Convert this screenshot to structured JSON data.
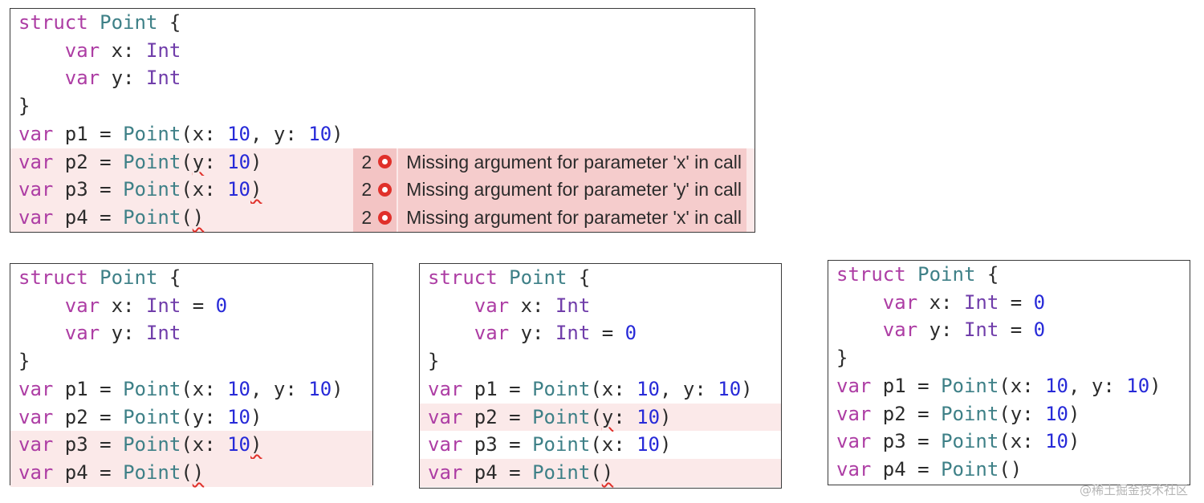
{
  "panels": [
    {
      "lines": [
        {
          "tokens": [
            {
              "t": "struct",
              "c": "kw"
            },
            {
              "t": " "
            },
            {
              "t": "Point",
              "c": "ty"
            },
            {
              "t": " {"
            }
          ]
        },
        {
          "tokens": [
            {
              "t": "    "
            },
            {
              "t": "var",
              "c": "kw"
            },
            {
              "t": " x: "
            },
            {
              "t": "Int",
              "c": "tyb"
            }
          ]
        },
        {
          "tokens": [
            {
              "t": "    "
            },
            {
              "t": "var",
              "c": "kw"
            },
            {
              "t": " y: "
            },
            {
              "t": "Int",
              "c": "tyb"
            }
          ]
        },
        {
          "tokens": [
            {
              "t": "}"
            }
          ]
        },
        {
          "tokens": [
            {
              "t": "var",
              "c": "kw"
            },
            {
              "t": " p1 = "
            },
            {
              "t": "Point",
              "c": "ty"
            },
            {
              "t": "(x: "
            },
            {
              "t": "10",
              "c": "num"
            },
            {
              "t": ", y: "
            },
            {
              "t": "10",
              "c": "num"
            },
            {
              "t": ")"
            }
          ]
        },
        {
          "tokens": [
            {
              "t": "var",
              "c": "kw"
            },
            {
              "t": " p2 = "
            },
            {
              "t": "Point",
              "c": "ty"
            },
            {
              "t": "("
            },
            {
              "t": "y",
              "sq": true
            },
            {
              "t": ": "
            },
            {
              "t": "10",
              "c": "num"
            },
            {
              "t": ")"
            }
          ],
          "error": {
            "count": "2",
            "message": "Missing argument for parameter 'x' in call"
          }
        },
        {
          "tokens": [
            {
              "t": "var",
              "c": "kw"
            },
            {
              "t": " p3 = "
            },
            {
              "t": "Point",
              "c": "ty"
            },
            {
              "t": "(x: "
            },
            {
              "t": "10",
              "c": "num"
            },
            {
              "t": ")",
              "sq": true
            }
          ],
          "error": {
            "count": "2",
            "message": "Missing argument for parameter 'y' in call"
          }
        },
        {
          "tokens": [
            {
              "t": "var",
              "c": "kw"
            },
            {
              "t": " p4 = "
            },
            {
              "t": "Point",
              "c": "ty"
            },
            {
              "t": "("
            },
            {
              "t": ")",
              "sq": true
            }
          ],
          "error": {
            "count": "2",
            "message": "Missing argument for parameter 'x' in call"
          }
        }
      ]
    },
    {
      "lines": [
        {
          "tokens": [
            {
              "t": "struct",
              "c": "kw"
            },
            {
              "t": " "
            },
            {
              "t": "Point",
              "c": "ty"
            },
            {
              "t": " {"
            }
          ]
        },
        {
          "tokens": [
            {
              "t": "    "
            },
            {
              "t": "var",
              "c": "kw"
            },
            {
              "t": " x: "
            },
            {
              "t": "Int",
              "c": "tyb"
            },
            {
              "t": " = "
            },
            {
              "t": "0",
              "c": "num"
            }
          ]
        },
        {
          "tokens": [
            {
              "t": "    "
            },
            {
              "t": "var",
              "c": "kw"
            },
            {
              "t": " y: "
            },
            {
              "t": "Int",
              "c": "tyb"
            }
          ]
        },
        {
          "tokens": [
            {
              "t": "}"
            }
          ]
        },
        {
          "tokens": [
            {
              "t": "var",
              "c": "kw"
            },
            {
              "t": " p1 = "
            },
            {
              "t": "Point",
              "c": "ty"
            },
            {
              "t": "(x: "
            },
            {
              "t": "10",
              "c": "num"
            },
            {
              "t": ", y: "
            },
            {
              "t": "10",
              "c": "num"
            },
            {
              "t": ")"
            }
          ]
        },
        {
          "tokens": [
            {
              "t": "var",
              "c": "kw"
            },
            {
              "t": " p2 = "
            },
            {
              "t": "Point",
              "c": "ty"
            },
            {
              "t": "(y: "
            },
            {
              "t": "10",
              "c": "num"
            },
            {
              "t": ")"
            }
          ]
        },
        {
          "tokens": [
            {
              "t": "var",
              "c": "kw"
            },
            {
              "t": " p3 = "
            },
            {
              "t": "Point",
              "c": "ty"
            },
            {
              "t": "(x: "
            },
            {
              "t": "10",
              "c": "num"
            },
            {
              "t": ")",
              "sq": true
            }
          ],
          "highlight": true
        },
        {
          "tokens": [
            {
              "t": "var",
              "c": "kw"
            },
            {
              "t": " p4 = "
            },
            {
              "t": "Point",
              "c": "ty"
            },
            {
              "t": "("
            },
            {
              "t": ")",
              "sq": true
            }
          ],
          "highlight": true
        }
      ]
    },
    {
      "lines": [
        {
          "tokens": [
            {
              "t": "struct",
              "c": "kw"
            },
            {
              "t": " "
            },
            {
              "t": "Point",
              "c": "ty"
            },
            {
              "t": " {"
            }
          ]
        },
        {
          "tokens": [
            {
              "t": "    "
            },
            {
              "t": "var",
              "c": "kw"
            },
            {
              "t": " x: "
            },
            {
              "t": "Int",
              "c": "tyb"
            }
          ]
        },
        {
          "tokens": [
            {
              "t": "    "
            },
            {
              "t": "var",
              "c": "kw"
            },
            {
              "t": " y: "
            },
            {
              "t": "Int",
              "c": "tyb"
            },
            {
              "t": " = "
            },
            {
              "t": "0",
              "c": "num"
            }
          ]
        },
        {
          "tokens": [
            {
              "t": "}"
            }
          ]
        },
        {
          "tokens": [
            {
              "t": "var",
              "c": "kw"
            },
            {
              "t": " p1 = "
            },
            {
              "t": "Point",
              "c": "ty"
            },
            {
              "t": "(x: "
            },
            {
              "t": "10",
              "c": "num"
            },
            {
              "t": ", y: "
            },
            {
              "t": "10",
              "c": "num"
            },
            {
              "t": ")"
            }
          ]
        },
        {
          "tokens": [
            {
              "t": "var",
              "c": "kw"
            },
            {
              "t": " p2 = "
            },
            {
              "t": "Point",
              "c": "ty"
            },
            {
              "t": "("
            },
            {
              "t": "y",
              "sq": true
            },
            {
              "t": ": "
            },
            {
              "t": "10",
              "c": "num"
            },
            {
              "t": ")"
            }
          ],
          "highlight": true
        },
        {
          "tokens": [
            {
              "t": "var",
              "c": "kw"
            },
            {
              "t": " p3 = "
            },
            {
              "t": "Point",
              "c": "ty"
            },
            {
              "t": "(x: "
            },
            {
              "t": "10",
              "c": "num"
            },
            {
              "t": ")"
            }
          ]
        },
        {
          "tokens": [
            {
              "t": "var",
              "c": "kw"
            },
            {
              "t": " p4 = "
            },
            {
              "t": "Point",
              "c": "ty"
            },
            {
              "t": "("
            },
            {
              "t": ")",
              "sq": true
            }
          ],
          "highlight": true
        }
      ]
    },
    {
      "lines": [
        {
          "tokens": [
            {
              "t": "struct",
              "c": "kw"
            },
            {
              "t": " "
            },
            {
              "t": "Point",
              "c": "ty"
            },
            {
              "t": " {"
            }
          ]
        },
        {
          "tokens": [
            {
              "t": "    "
            },
            {
              "t": "var",
              "c": "kw"
            },
            {
              "t": " x: "
            },
            {
              "t": "Int",
              "c": "tyb"
            },
            {
              "t": " = "
            },
            {
              "t": "0",
              "c": "num"
            }
          ]
        },
        {
          "tokens": [
            {
              "t": "    "
            },
            {
              "t": "var",
              "c": "kw"
            },
            {
              "t": " y: "
            },
            {
              "t": "Int",
              "c": "tyb"
            },
            {
              "t": " = "
            },
            {
              "t": "0",
              "c": "num"
            }
          ]
        },
        {
          "tokens": [
            {
              "t": "}"
            }
          ]
        },
        {
          "tokens": [
            {
              "t": "var",
              "c": "kw"
            },
            {
              "t": " p1 = "
            },
            {
              "t": "Point",
              "c": "ty"
            },
            {
              "t": "(x: "
            },
            {
              "t": "10",
              "c": "num"
            },
            {
              "t": ", y: "
            },
            {
              "t": "10",
              "c": "num"
            },
            {
              "t": ")"
            }
          ]
        },
        {
          "tokens": [
            {
              "t": "var",
              "c": "kw"
            },
            {
              "t": " p2 = "
            },
            {
              "t": "Point",
              "c": "ty"
            },
            {
              "t": "(y: "
            },
            {
              "t": "10",
              "c": "num"
            },
            {
              "t": ")"
            }
          ]
        },
        {
          "tokens": [
            {
              "t": "var",
              "c": "kw"
            },
            {
              "t": " p3 = "
            },
            {
              "t": "Point",
              "c": "ty"
            },
            {
              "t": "(x: "
            },
            {
              "t": "10",
              "c": "num"
            },
            {
              "t": ")"
            }
          ]
        },
        {
          "tokens": [
            {
              "t": "var",
              "c": "kw"
            },
            {
              "t": " p4 = "
            },
            {
              "t": "Point",
              "c": "ty"
            },
            {
              "t": "()"
            }
          ]
        }
      ]
    }
  ],
  "colors": {
    "keyword": "#ad3da4",
    "type": "#3e8087",
    "builtin_type": "#703daa",
    "number": "#272ad8",
    "error": "#e0302a",
    "error_line_bg": "#fbe9e9"
  },
  "watermark": "@稀土掘金技术社区"
}
